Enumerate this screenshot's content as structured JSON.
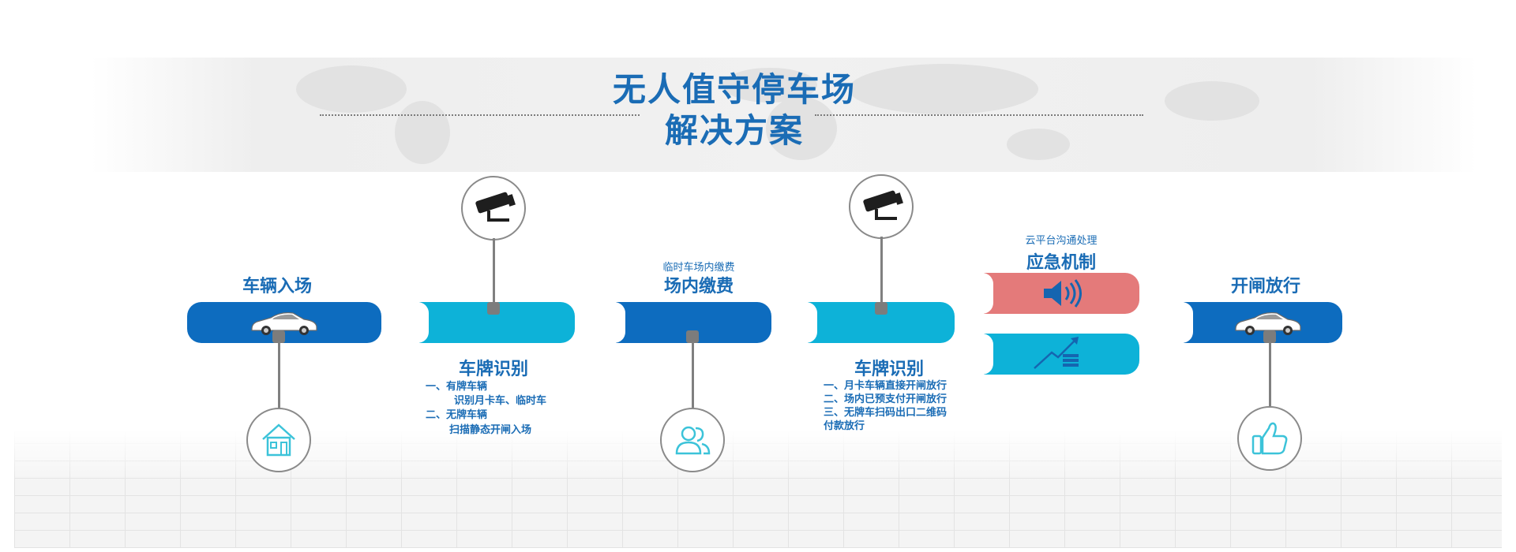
{
  "title": {
    "line1": "无人值守停车场",
    "line2": "解决方案"
  },
  "steps": {
    "entry": {
      "label": "车辆入场"
    },
    "plate1": {
      "label": "车牌识别",
      "lines": [
        "一、有牌车辆",
        "识别月卡车、临时车",
        "二、无牌车辆",
        "扫描静态开闸入场"
      ]
    },
    "payment": {
      "label": "场内缴费",
      "sub": "临时车场内缴费"
    },
    "plate2": {
      "label": "车牌识别",
      "lines": [
        "一、月卡车辆直接开闸放行",
        "二、场内已预支付开闸放行",
        "三、无牌车扫码出口二维码",
        "付款放行"
      ]
    },
    "emergency": {
      "label": "应急机制",
      "sub": "云平台沟通处理"
    },
    "exit": {
      "label": "开闸放行"
    }
  },
  "colors": {
    "dark_blue": "#0d6cbf",
    "light_blue": "#0db2d8",
    "red": "#e47a7a",
    "title_blue": "#1a6cb5"
  },
  "icons": {
    "entry_circle": "house-icon",
    "camera": "camera-icon",
    "payment_circle": "users-icon",
    "emergency_top": "speaker-icon",
    "emergency_bottom": "chart-growth-icon",
    "exit_circle": "thumbs-up-icon",
    "car": "car-icon"
  }
}
